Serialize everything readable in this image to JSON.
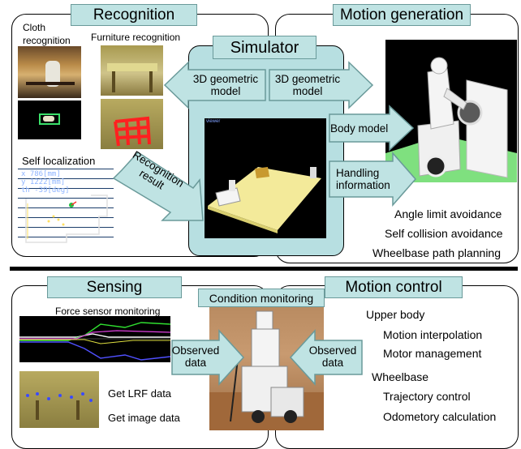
{
  "recognition": {
    "title": "Recognition",
    "cloth_label": "Cloth\nrecognition",
    "furniture_label": "Furniture recognition",
    "self_loc_label": "Self localization",
    "lrf_readout": [
      "x  786[mm]",
      "y  1222[mm]",
      "th  -39[deg]"
    ]
  },
  "motion_generation": {
    "title": "Motion generation",
    "items": [
      "Angle limit avoidance",
      "Self collision avoidance",
      "Wheelbase path planning"
    ]
  },
  "simulator": {
    "title": "Simulator",
    "viewer_label": "viewer"
  },
  "arrows": {
    "geo_left": "3D geometric\nmodel",
    "geo_right": "3D geometric\nmodel",
    "recognition_result": "Recognition\nresult",
    "body_model": "Body model",
    "handling_info": "Handling\ninformation",
    "observed_left": "Observed\ndata",
    "observed_right": "Observed\ndata"
  },
  "sensing": {
    "title": "Sensing",
    "force_label": "Force sensor monitoring",
    "lrf_label": "Get LRF data",
    "image_label": "Get image data"
  },
  "condition": {
    "title": "Condition monitoring"
  },
  "motion_control": {
    "title": "Motion control",
    "upper_body": "Upper body",
    "upper_items": [
      "Motion interpolation",
      "Motor management"
    ],
    "wheelbase": "Wheelbase",
    "wheel_items": [
      "Trajectory control",
      "Odometory calculation"
    ]
  },
  "colors": {
    "title_fill": "#bfe3e3",
    "sim_fill": "#b7dfe1",
    "arrow_fill": "#bfe3e3"
  }
}
